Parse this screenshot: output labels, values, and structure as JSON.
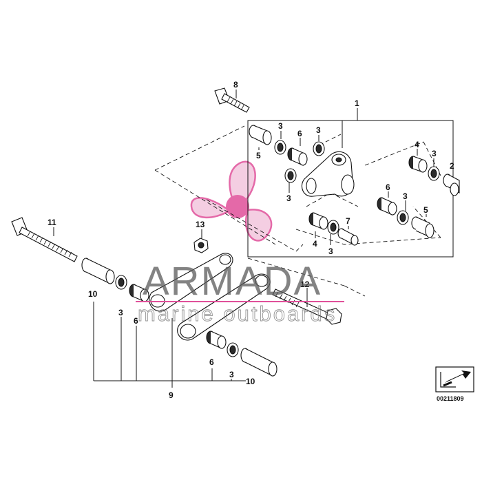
{
  "diagram": {
    "reference_number": "00211809",
    "callouts": {
      "c1": "1",
      "c2": "2",
      "c3a": "3",
      "c3b": "3",
      "c3c": "3",
      "c3d": "3",
      "c3e": "3",
      "c3f": "3",
      "c3g": "3",
      "c3h": "3",
      "c4a": "4",
      "c4b": "4",
      "c5a": "5",
      "c5b": "5",
      "c6a": "6",
      "c6b": "6",
      "c6c": "6",
      "c6d": "6",
      "c7": "7",
      "c8": "8",
      "c9": "9",
      "c10a": "10",
      "c10b": "10",
      "c11": "11",
      "c12": "12",
      "c13": "13"
    }
  },
  "watermark": {
    "brand": "ARMADA",
    "tagline": "marine outboards",
    "logo_color": "#e0509a"
  }
}
